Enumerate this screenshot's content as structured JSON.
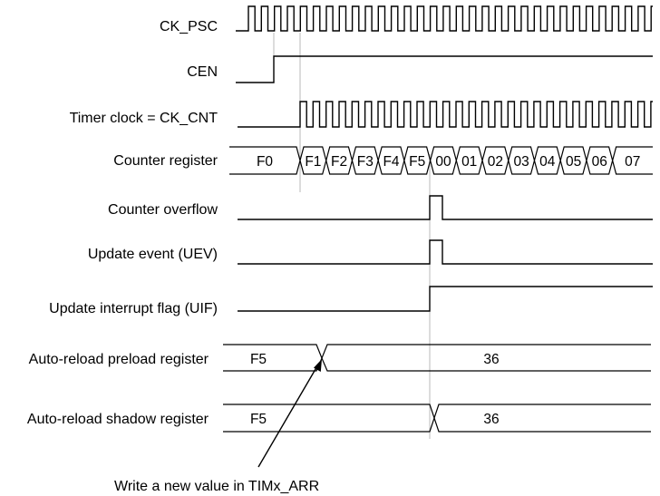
{
  "signals": {
    "ck_psc": "CK_PSC",
    "cen": "CEN",
    "ck_cnt": "Timer clock = CK_CNT",
    "counter_register": "Counter register",
    "counter_overflow": "Counter overflow",
    "uev": "Update event (UEV)",
    "uif": "Update interrupt flag (UIF)",
    "arr_preload": "Auto-reload preload register",
    "arr_shadow": "Auto-reload shadow register"
  },
  "counter_values": [
    "F0",
    "F1",
    "F2",
    "F3",
    "F4",
    "F5",
    "00",
    "01",
    "02",
    "03",
    "04",
    "05",
    "06",
    "07"
  ],
  "preload_values": [
    "F5",
    "36"
  ],
  "shadow_values": [
    "F5",
    "36"
  ],
  "annotation": "Write a new value in TIMx_ARR"
}
